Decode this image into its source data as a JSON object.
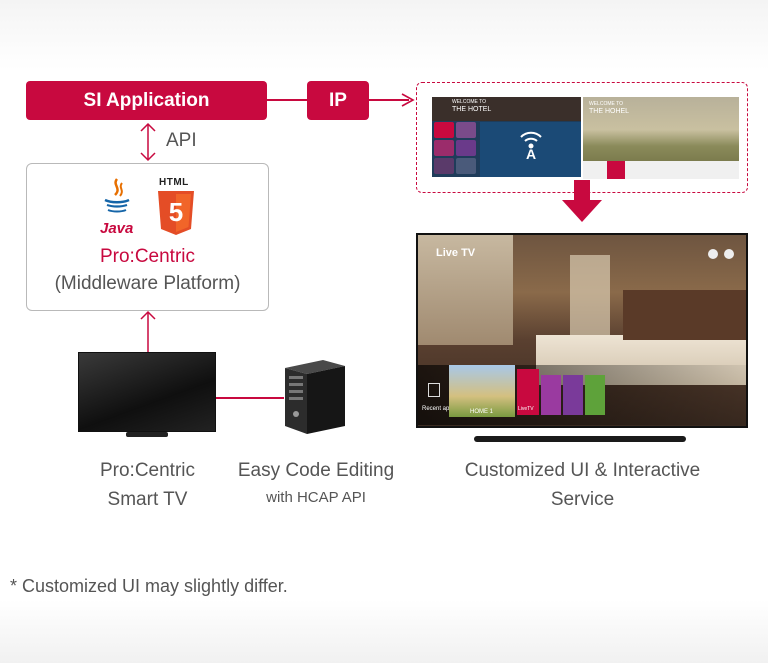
{
  "si_application": "SI Application",
  "ip": "IP",
  "api": "API",
  "platform": {
    "java_label": "Java",
    "html_label": "HTML",
    "html_digit": "5",
    "name": "Pro:Centric",
    "subtitle": "(Middleware Platform)"
  },
  "captions": {
    "smart_tv_line1": "Pro:Centric",
    "smart_tv_line2": "Smart TV",
    "code_line1": "Easy Code Editing",
    "code_line2": "with HCAP API",
    "ui_line1": "Customized UI & Interactive",
    "ui_line2": "Service"
  },
  "preview": {
    "welcome1": "WELCOME TO",
    "hotel1": "THE HOTEL",
    "welcome2": "WELCOME TO",
    "hotel2": "THE HOHEL"
  },
  "live_tv": {
    "title": "Live TV",
    "recent": "Recent ap",
    "home": "HOME 1",
    "livetv_tile": "LiveTV"
  },
  "footnote": "* Customized UI may slightly differ.",
  "colors": {
    "accent": "#c8093f",
    "text": "#555555",
    "border": "#b9b9b9"
  }
}
